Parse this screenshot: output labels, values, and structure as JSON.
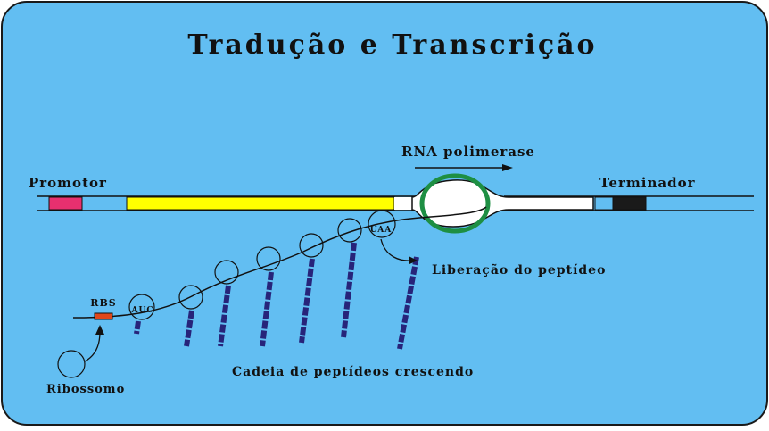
{
  "title": "Tradução e Transcrição",
  "labels": {
    "rna_polimerase": "RNA polimerase",
    "promotor": "Promotor",
    "terminador": "Terminador",
    "rbs": "RBS",
    "auc": "AUC",
    "uaa": "UAA",
    "liberacao": "Liberação do peptídeo",
    "cadeia": "Cadeia de peptídeos crescendo",
    "ribossomo": "Ribossomo"
  },
  "colors": {
    "background": "#62BEF2",
    "promotor_box": "#E8306F",
    "gene": "#FFFF00",
    "terminator_box": "#1A1A1A",
    "rbs_box": "#E0471A",
    "peptide": "#27247A",
    "polymerase_ring": "#1E8F43"
  },
  "icons": [
    "ribosome-circle",
    "rna-polymerase-bubble",
    "direction-arrow"
  ]
}
